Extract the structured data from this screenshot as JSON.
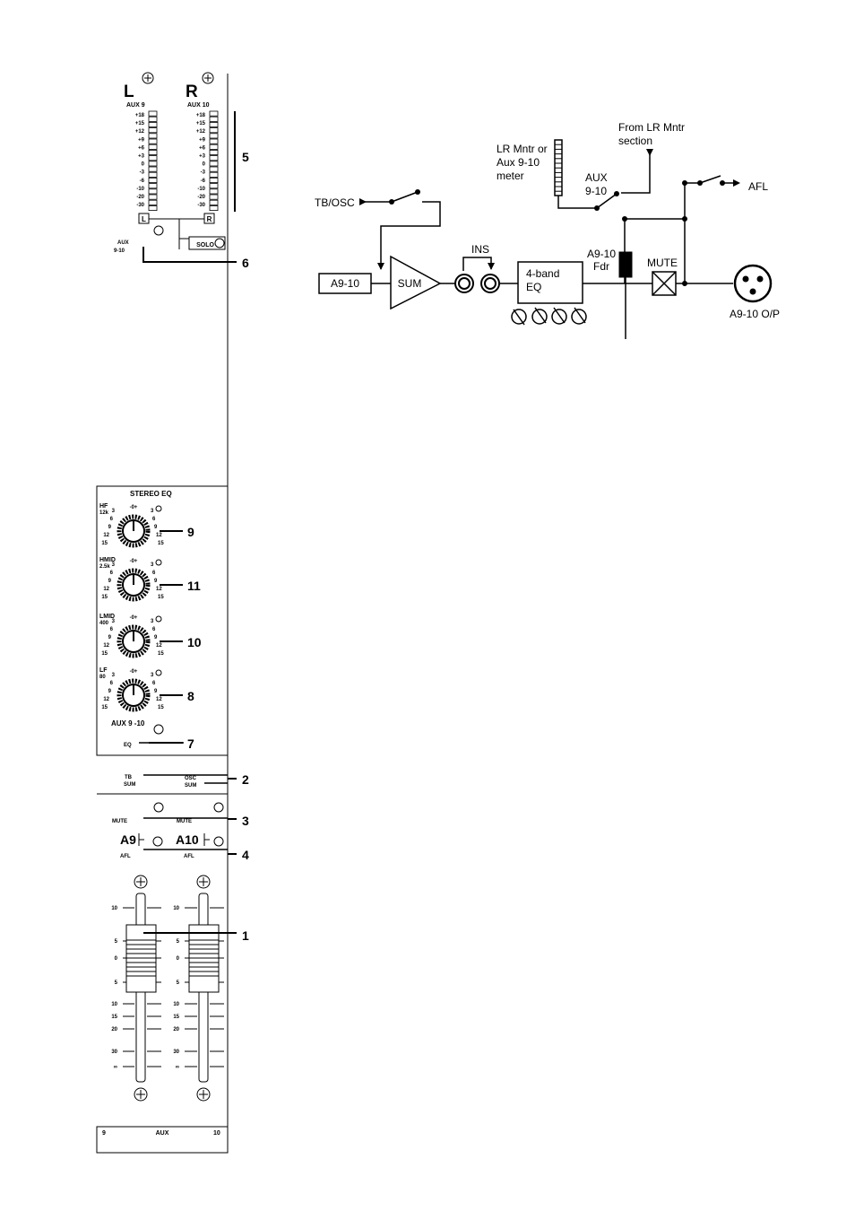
{
  "strip": {
    "meter_left_letter": "L",
    "meter_right_letter": "R",
    "meter_left_caption": "AUX 9",
    "meter_right_caption": "AUX 10",
    "meter_scale": [
      "+18",
      "+15",
      "+12",
      "+9",
      "+6",
      "+3",
      "0",
      "-3",
      "-6",
      "-10",
      "-20",
      "-30"
    ],
    "meter_left_button": "L",
    "meter_right_button": "R",
    "solo_label": "SOLO",
    "aux_select_label_1": "AUX",
    "aux_select_label_2": "9-10",
    "eq_title": "STEREO EQ",
    "eq_bands": [
      {
        "name": "HF",
        "freq": "12k",
        "scale_left": [
          "3",
          "6",
          "9",
          "12",
          "15"
        ],
        "scale_right": [
          "3",
          "6",
          "9",
          "12",
          "15"
        ],
        "top": "0"
      },
      {
        "name": "HMID",
        "freq": "2.5k",
        "scale_left": [
          "3",
          "6",
          "9",
          "12",
          "15"
        ],
        "scale_right": [
          "3",
          "6",
          "9",
          "12",
          "15"
        ],
        "top": "0"
      },
      {
        "name": "LMID",
        "freq": "400",
        "scale_left": [
          "3",
          "6",
          "9",
          "12",
          "15"
        ],
        "scale_right": [
          "3",
          "6",
          "9",
          "12",
          "15"
        ],
        "top": "0"
      },
      {
        "name": "LF",
        "freq": "80",
        "scale_left": [
          "3",
          "6",
          "9",
          "12",
          "15"
        ],
        "scale_right": [
          "3",
          "6",
          "9",
          "12",
          "15"
        ],
        "top": "0"
      }
    ],
    "eq_aux_label": "AUX 9 -10",
    "eq_switch_label": "EQ",
    "tb_label": "TB",
    "tb_sub": "SUM",
    "osc_label": "OSC",
    "osc_sub": "SUM",
    "mute_left": "MUTE",
    "mute_right": "MUTE",
    "afl_left_name": "A9",
    "afl_right_name": "A10",
    "afl_left": "AFL",
    "afl_right": "AFL",
    "fader_scale_left": [
      "10",
      "5",
      "0",
      "5",
      "10",
      "15",
      "20",
      "30",
      "∞"
    ],
    "fader_scale_right": [
      "10",
      "5",
      "0",
      "5",
      "10",
      "15",
      "20",
      "30",
      "∞"
    ],
    "bottom_left": "9",
    "bottom_center": "AUX",
    "bottom_right": "10"
  },
  "callouts": [
    "5",
    "6",
    "9",
    "11",
    "10",
    "8",
    "7",
    "2",
    "3",
    "4",
    "1"
  ],
  "flow": {
    "tb_osc": "TB/OSC",
    "input_box": "A9-10",
    "sum": "SUM",
    "ins": "INS",
    "eq_line1": "4-band",
    "eq_line2": "EQ",
    "meter_line1": "LR Mntr or",
    "meter_line2": "Aux 9-10",
    "meter_line3": "meter",
    "from_line1": "From LR Mntr",
    "from_line2": "section",
    "aux_line1": "AUX",
    "aux_line2": "9-10",
    "afl": "AFL",
    "fdr_line1": "A9-10",
    "fdr_line2": "Fdr",
    "mute": "MUTE",
    "output": "A9-10 O/P"
  }
}
